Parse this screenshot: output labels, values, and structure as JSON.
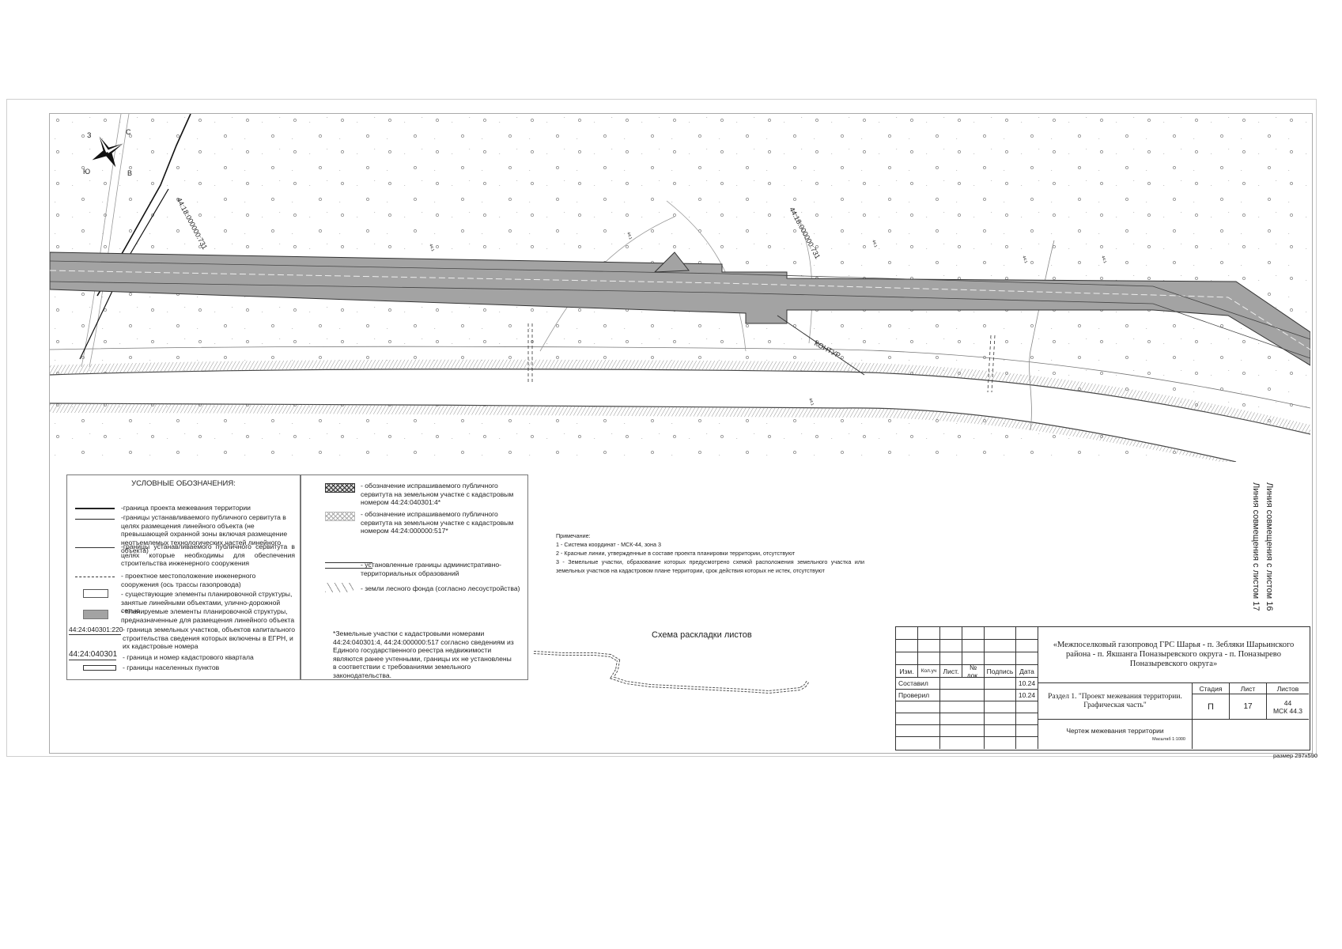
{
  "map": {
    "compass": {
      "n": "С",
      "e": "В",
      "s": "Ю",
      "w": "З"
    },
    "labels": {
      "cadastral_1": "44:18:000000:731",
      "cadastral_2": "44:18:000000:731",
      "kontur": "КОНТУР",
      "small_1": "44:1",
      "small_2": "44:1",
      "small_3": "44:1",
      "small_4": "44:1",
      "small_5": "44:1",
      "small_6": "44:1"
    },
    "joint_line_1": "Линия совмещения с листом 16",
    "joint_line_2": "Линия совмещения с листом 17"
  },
  "legend_left": {
    "title": "УСЛОВНЫЕ ОБОЗНАЧЕНИЯ:",
    "items": [
      "-граница проекта межевания территории",
      "-границы устанавливаемого публичного сервитута в целях размещения линейного объекта (не превышающей охранной зоны включая размещение неотъемлемых технологических частей линейного объекта)",
      "-границы устанавливаемого публичного сервитута в целях которые необходимы для обеспечения строительства инженерного сооружения",
      "- проектное местоположение инженерного сооружения (ось трассы газопровода)",
      "- существующие элементы планировочной структуры, занятые линейными объектами, улично-дорожной сетью",
      "- планируемые элементы планировочной структуры, предназначенные для размещения линейного объекта",
      "- граница земельных участков, объектов капитального строительства сведения которых включены в ЕГРН, и их кадастровые номера",
      "- граница и номер кадастрового квартала",
      "- границы населенных пунктов"
    ],
    "sym_label_parcel": "44:24:040301:220",
    "sym_label_quarter": "44:24:040301"
  },
  "legend_right": {
    "items": [
      "- обозначение испрашиваемого публичного сервитута на земельном участке с кадастровым номером 44:24:040301:4*",
      "- обозначение испрашиваемого публичного сервитута на земельном участке с кадастровым номером 44:24:000000:517*",
      "- установленные границы административно-территориальных образований",
      "- земли лесного фонда (согласно лесоустройства)"
    ],
    "footnote": "*Земельные участки с кадастровыми номерами 44:24:040301:4, 44:24:000000:517 согласно сведениям из Единого государственного реестра недвижимости являются ранее учтенными, границы их не установлены в соответствии с требованиями земельного законодательства."
  },
  "notes": {
    "title": "Примечание:",
    "lines": [
      "1 - Система координат - МСК-44, зона 3",
      "2 - Красные линии, утвержденные в составе проекта планировки территории, отсутствуют",
      "3 - Земельные участки, образование которых предусмотрено схемой расположения земельного участка или земельных участков на кадастровом плане территории, срок действия которых не истек, отсутствуют"
    ]
  },
  "scheme": {
    "title": "Схема раскладки листов"
  },
  "stamp": {
    "project_title": "«Межпоселковый газопровод ГРС Шарья - п. Зебляки Шарьинского района - п. Якшанга Поназыревского округа - п. Поназырево Поназыревского округа»",
    "headers": [
      "Изм.",
      "Кол.уч",
      "Лист.",
      "№ док.",
      "Подпись",
      "Дата"
    ],
    "rows": [
      {
        "role": "Составил",
        "date": "10.24"
      },
      {
        "role": "Проверил",
        "date": "10.24"
      }
    ],
    "section": "Раздел 1. \"Проект межевания территории. Графическая часть\"",
    "stage_label": "Стадия",
    "stage": "П",
    "sheet_label": "Лист",
    "sheet": "17",
    "sheets_label": "Листов",
    "sheets_count": "44",
    "sheets_code": "МСК 44.3",
    "drawing_name": "Чертеж межевания территории",
    "scale": "Масштаб 1:1000"
  },
  "sheet_size": "размер 297х590",
  "colors": {
    "fill_gray": "#a3a3a3",
    "line_dark": "#333333"
  }
}
